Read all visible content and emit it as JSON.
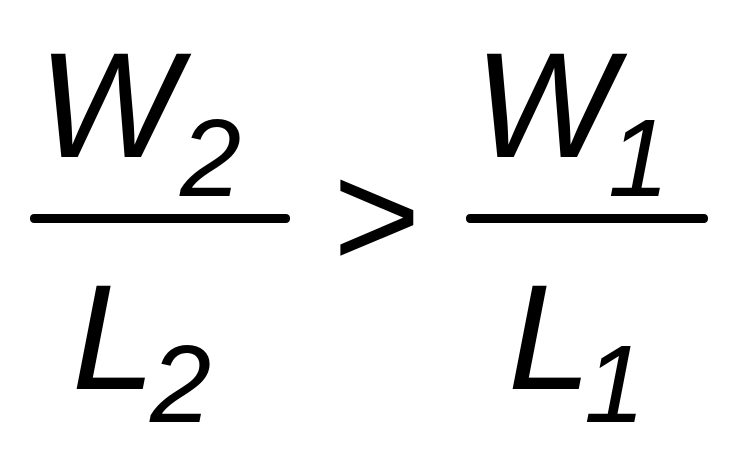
{
  "expression": {
    "left_fraction": {
      "numerator_symbol": "W",
      "numerator_subscript": "2",
      "denominator_symbol": "L",
      "denominator_subscript": "2"
    },
    "operator": ">",
    "right_fraction": {
      "numerator_symbol": "W",
      "numerator_subscript": "1",
      "denominator_symbol": "L",
      "denominator_subscript": "1"
    }
  }
}
